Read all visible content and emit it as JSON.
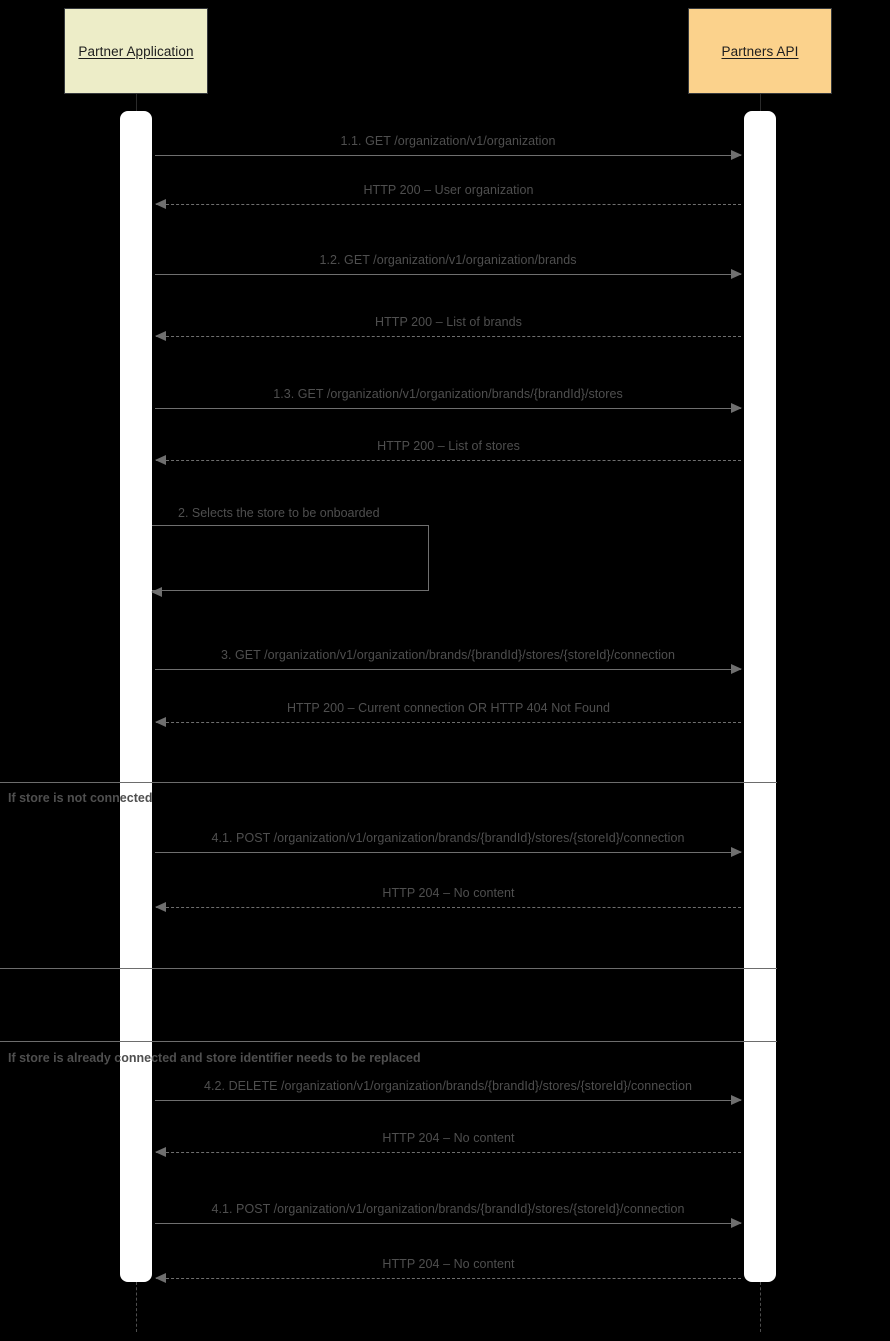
{
  "diagram": {
    "type": "uml-sequence-diagram",
    "background_color": "#000000",
    "participants": [
      {
        "id": "partner-application",
        "label": "Partner Application",
        "fill": "#EDEDC8"
      },
      {
        "id": "partners-api",
        "label": "Partners API",
        "fill": "#FBD28C"
      }
    ],
    "messages": [
      {
        "id": "m1",
        "label": "1.1. GET /organization/v1/organization",
        "direction": "right",
        "style": "solid"
      },
      {
        "id": "m2",
        "label": "HTTP 200 – User organization",
        "direction": "left",
        "style": "dashed"
      },
      {
        "id": "m3",
        "label": "1.2. GET /organization/v1/organization/brands",
        "direction": "right",
        "style": "solid"
      },
      {
        "id": "m4",
        "label": "HTTP 200 – List of brands",
        "direction": "left",
        "style": "dashed"
      },
      {
        "id": "m5",
        "label": "1.3. GET /organization/v1/organization/brands/{brandId}/stores",
        "direction": "right",
        "style": "solid"
      },
      {
        "id": "m6",
        "label": "HTTP 200 – List of stores",
        "direction": "left",
        "style": "dashed"
      },
      {
        "id": "m7",
        "label": "2. Selects the store to be onboarded",
        "direction": "self",
        "style": "solid"
      },
      {
        "id": "m8",
        "label": "3. GET /organization/v1/organization/brands/{brandId}/stores/{storeId}/connection",
        "direction": "right",
        "style": "solid"
      },
      {
        "id": "m9",
        "label": "HTTP 200 – Current connection OR HTTP 404 Not Found",
        "direction": "left",
        "style": "dashed"
      },
      {
        "id": "m10",
        "label": "4.1. POST /organization/v1/organization/brands/{brandId}/stores/{storeId}/connection",
        "direction": "right",
        "style": "solid"
      },
      {
        "id": "m11",
        "label": "HTTP 204 – No content",
        "direction": "left",
        "style": "dashed"
      },
      {
        "id": "m12",
        "label": "4.2. DELETE /organization/v1/organization/brands/{brandId}/stores/{storeId}/connection",
        "direction": "right",
        "style": "solid"
      },
      {
        "id": "m13",
        "label": "HTTP 204 – No content",
        "direction": "left",
        "style": "dashed"
      },
      {
        "id": "m14",
        "label": "4.1. POST /organization/v1/organization/brands/{brandId}/stores/{storeId}/connection",
        "direction": "right",
        "style": "solid"
      },
      {
        "id": "m15",
        "label": "HTTP 204 – No content",
        "direction": "left",
        "style": "dashed"
      }
    ],
    "fragments": [
      {
        "id": "frag-not-connected",
        "label": "If store is not connected"
      },
      {
        "id": "frag-already-connected",
        "label": "If store is already connected and store identifier needs to be replaced"
      }
    ]
  }
}
